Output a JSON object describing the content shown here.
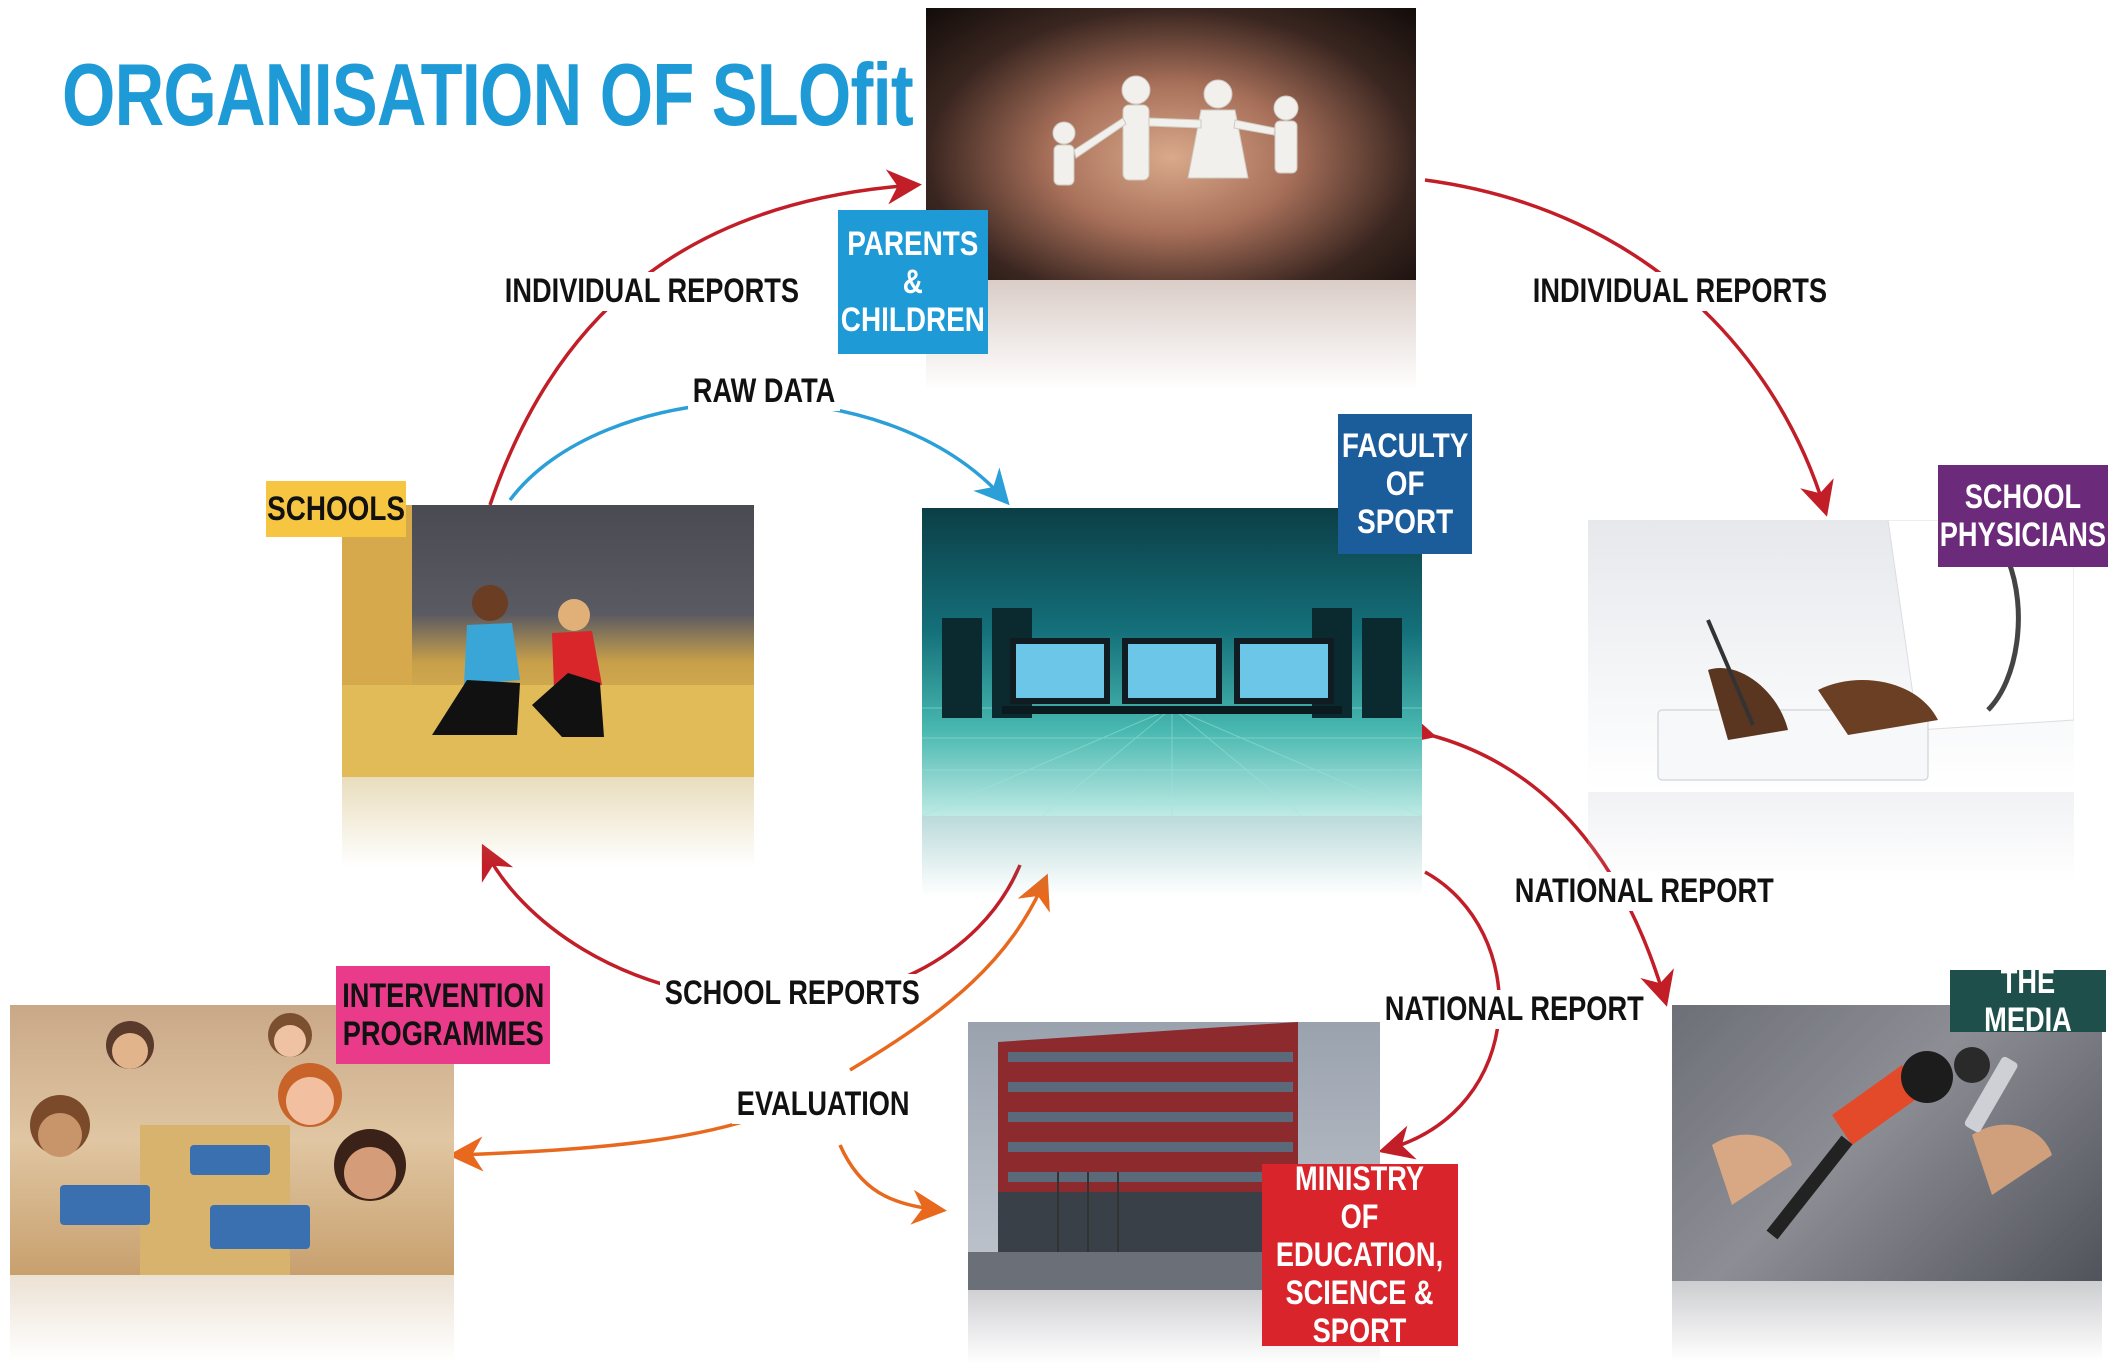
{
  "title": "ORGANISATION OF SLOfit",
  "colors": {
    "title": "#1e9ad6",
    "arrow_red": "#c21e28",
    "arrow_blue": "#2a9fd8",
    "arrow_orange": "#e8691e",
    "tag_parents": "#1e9ad6",
    "tag_faculty": "#1b5c9a",
    "tag_schools": "#f6c643",
    "tag_physicians": "#6b2a7a",
    "tag_media": "#1f4f4a",
    "tag_ministry": "#d9242b",
    "tag_intervention": "#e93b8a"
  },
  "nodes": {
    "parents": {
      "label_lines": [
        "PARENTS",
        "&",
        "CHILDREN"
      ],
      "icon": "hands-paper-family-photo"
    },
    "faculty": {
      "label_lines": [
        "FACULTY",
        "OF",
        "SPORT"
      ],
      "icon": "data-center-computers-photo"
    },
    "schools": {
      "label_lines": [
        "SCHOOLS"
      ],
      "icon": "gym-sit-up-test-photo"
    },
    "physicians": {
      "label_lines": [
        "SCHOOL",
        "PHYSICIANS"
      ],
      "icon": "doctor-writing-photo"
    },
    "media": {
      "label_lines": [
        "THE MEDIA"
      ],
      "icon": "press-microphones-photo"
    },
    "ministry": {
      "label_lines": [
        "MINISTRY OF",
        "EDUCATION,",
        "SCIENCE &",
        "SPORT"
      ],
      "icon": "ministry-building-photo"
    },
    "intervention": {
      "label_lines": [
        "INTERVENTION",
        "PROGRAMMES"
      ],
      "icon": "children-lunch-photo"
    }
  },
  "flows": {
    "individual_reports_left": "INDIVIDUAL REPORTS",
    "individual_reports_right": "INDIVIDUAL REPORTS",
    "raw_data": "RAW DATA",
    "school_reports": "SCHOOL REPORTS",
    "evaluation": "EVALUATION",
    "national_report_ministry": "NATIONAL REPORT",
    "national_report_media": "NATIONAL REPORT"
  }
}
